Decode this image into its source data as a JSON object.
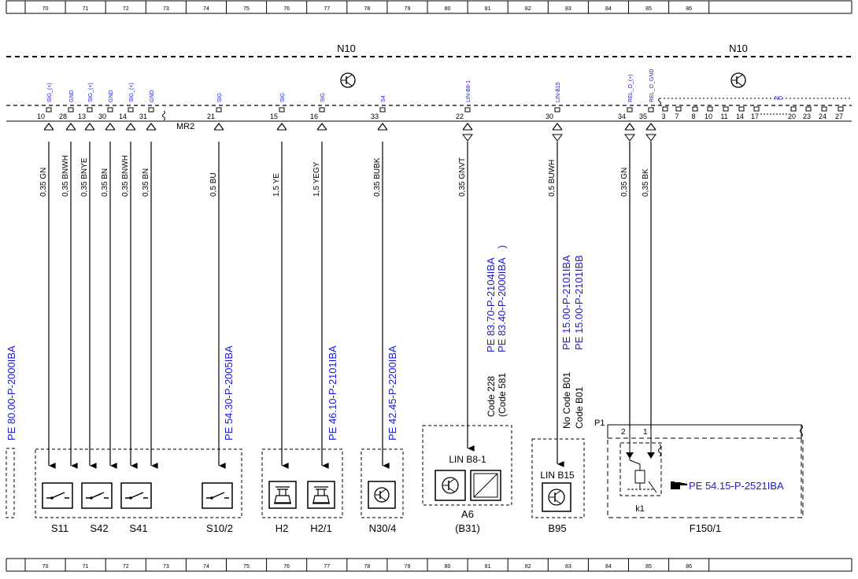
{
  "grid_columns": [
    "70",
    "71",
    "72",
    "73",
    "74",
    "75",
    "76",
    "77",
    "78",
    "79",
    "80",
    "81",
    "82",
    "83",
    "84",
    "85",
    "86"
  ],
  "modules": {
    "left": "N10",
    "right": "N10"
  },
  "connector_label": "MR2",
  "pins": [
    {
      "id": "p10",
      "num": "10",
      "signal": "SIG_(+)"
    },
    {
      "id": "p28",
      "num": "28",
      "signal": "GND"
    },
    {
      "id": "p13",
      "num": "13",
      "signal": "SIG_(+)"
    },
    {
      "id": "p30",
      "num": "30",
      "signal": "GND"
    },
    {
      "id": "p14",
      "num": "14",
      "signal": "SIG_(+)"
    },
    {
      "id": "p31",
      "num": "31",
      "signal": "GND"
    },
    {
      "id": "p21",
      "num": "21",
      "signal": "SIG"
    },
    {
      "id": "p15",
      "num": "15",
      "signal": "SIG"
    },
    {
      "id": "p16",
      "num": "16",
      "signal": "SIG"
    },
    {
      "id": "p33",
      "num": "33",
      "signal": "S4"
    },
    {
      "id": "p22",
      "num": "22",
      "signal": "LIN-B8-1"
    },
    {
      "id": "p30b",
      "num": "30",
      "signal": "LIN-B15"
    },
    {
      "id": "p34",
      "num": "34",
      "signal": "REL_O_(+)"
    },
    {
      "id": "p35",
      "num": "35",
      "signal": "REL_O_GND"
    }
  ],
  "wires": [
    "0,35 GN",
    "0,35 BNWH",
    "0,35 BNYE",
    "0,35 BN",
    "0,35 BNWH",
    "0,35 BN",
    "0,5 BU",
    "1,5 YE",
    "1,5 YEGY",
    "0,35 BUBK",
    "0,35 GNVT",
    "0,5 BUWH",
    "0,35 GN",
    "0,35 BK"
  ],
  "spare_pins": [
    "3",
    "7",
    "8",
    "10",
    "11",
    "14",
    "17",
    "20",
    "23",
    "24",
    "27"
  ],
  "nc_label": "NC",
  "refs": {
    "left": "PE 80.00-P-2000IBA",
    "s10": "PE 54.30-P-2005IBA",
    "h2": "PE 46.10-P-2101IBA",
    "n30": "PE 42.45-P-2200IBA",
    "a6_1": "PE 83.70-P-2104IBA",
    "a6_2": "PE 83.40-P-2000IBA",
    "a6_paren": ")",
    "b95_1": "PE 15.00-P-2101IBA",
    "b95_2": "PE 15.00-P-2101IBB",
    "f150": "PE 54.15-P-2521IBA"
  },
  "codes": {
    "a6_1": "Code 228",
    "a6_2": "(Code 581",
    "b95_1": "No Code B01",
    "b95_2": "Code B01"
  },
  "components": {
    "s11": "S11",
    "s42": "S42",
    "s41": "S41",
    "s10": "S10/2",
    "h2": "H2",
    "h21": "H2/1",
    "n30": "N30/4",
    "a6": "A6",
    "a6_sub": "(B31)",
    "a6_inner": "LIN B8-1",
    "b95": "B95",
    "b95_inner": "LIN B15",
    "f150": "F150/1",
    "k1": "k1",
    "p1": "P1",
    "pin2": "2",
    "pin1": "1"
  },
  "colors": {
    "ink": "#000000",
    "ref": "#1a1acc",
    "signal": "#1a1acc"
  }
}
